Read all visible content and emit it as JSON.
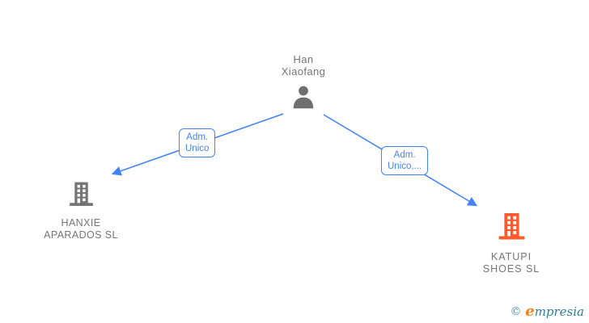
{
  "person": {
    "name_line1": "Han",
    "name_line2": "Xiaofang"
  },
  "edges": {
    "left": {
      "label_line1": "Adm.",
      "label_line2": "Unico"
    },
    "right": {
      "label_line1": "Adm.",
      "label_line2": "Unico,..."
    }
  },
  "companies": {
    "left": {
      "name_line1": "HANXIE",
      "name_line2": "APARADOS SL",
      "icon_color": "#757575"
    },
    "right": {
      "name_line1": "KATUPI",
      "name_line2": "SHOES SL",
      "icon_color": "#ff5a2d"
    }
  },
  "colors": {
    "edge_blue": "#4284f5",
    "node_text_gray": "#757575",
    "person_icon_gray": "#6f6f6f"
  },
  "footer": {
    "copyright_symbol": "©",
    "brand_initial": "e",
    "brand_rest": "mpresia",
    "copyright_color": "#4a90a4",
    "brand_initial_color": "#f5821f",
    "brand_rest_color": "#2e7f95"
  }
}
